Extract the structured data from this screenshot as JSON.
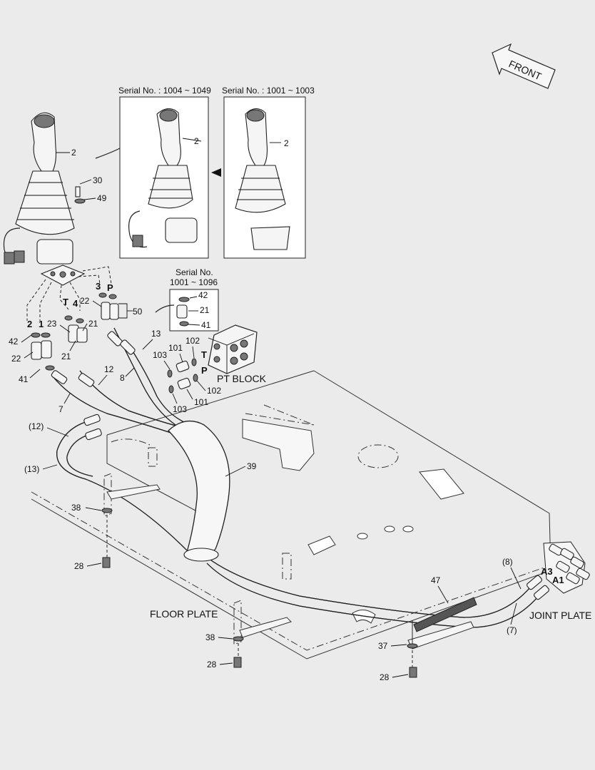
{
  "diagram": {
    "serial_boxes": [
      {
        "caption": "Serial No. : 1004 ~ 1049"
      },
      {
        "caption": "Serial No. : 1001 ~ 1003"
      }
    ],
    "serial_small": {
      "line1": "Serial No.",
      "line2": "1001 ~ 1096"
    },
    "front_arrow": "FRONT",
    "names": {
      "pt_block": "PT BLOCK",
      "floor_plate": "FLOOR PLATE",
      "joint_plate": "JOINT PLATE"
    },
    "port_labels": {
      "p2": "2",
      "p1": "1",
      "pT": "T",
      "p4": "4",
      "p3": "3",
      "pP": "P",
      "ptT": "T",
      "ptP": "P",
      "A3": "A3",
      "A1": "A1"
    },
    "callouts": {
      "c2a": "2",
      "c2b": "2",
      "c2c": "2",
      "c30": "30",
      "c49": "49",
      "c42a": "42",
      "c21a": "21",
      "c41a": "41",
      "c22a": "22",
      "c50": "50",
      "c23": "23",
      "c21b": "21",
      "c42b": "42",
      "c22b": "22",
      "c21c": "21",
      "c41b": "41",
      "c13": "13",
      "c12": "12",
      "c8": "8",
      "c7": "7",
      "c102a": "102",
      "c101a": "101",
      "c103a": "103",
      "c102b": "102",
      "c101b": "101",
      "c103b": "103",
      "c12p": "(12)",
      "c13p": "(13)",
      "c39": "39",
      "c38a": "38",
      "c28a": "28",
      "c38b": "38",
      "c28b": "28",
      "c37": "37",
      "c28c": "28",
      "c47": "47",
      "c8p": "(8)",
      "c7p": "(7)"
    }
  }
}
